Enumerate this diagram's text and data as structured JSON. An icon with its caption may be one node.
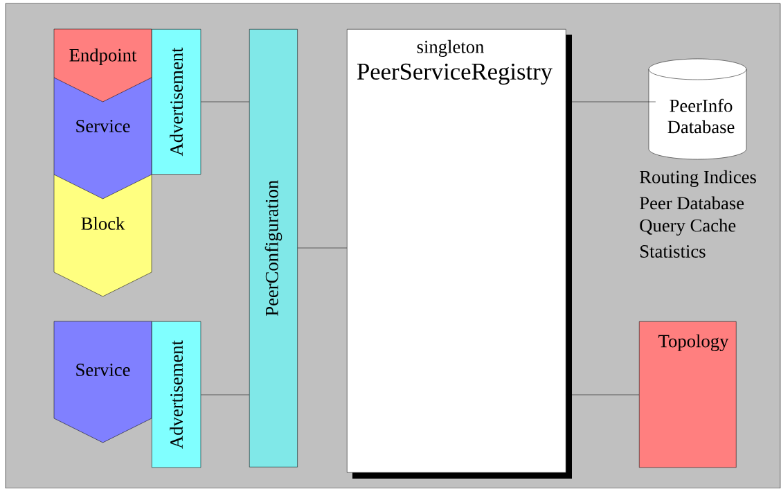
{
  "diagram": {
    "nodes": [
      {
        "text": [
          "Endpoint"
        ]
      },
      {
        "text": [
          "Advertisement"
        ]
      },
      {
        "text": [
          "Service"
        ]
      },
      {
        "text": [
          "Block"
        ]
      },
      {
        "text": [
          "PeerConfiguration"
        ]
      },
      {
        "text": [
          "singleton",
          "PeerServiceRegistry"
        ]
      },
      {
        "text": [
          "PeerInfo Database"
        ],
        "beside": [
          "Routing Indices",
          "Peer Database",
          "Query Cache",
          "Statistics"
        ]
      },
      {
        "text": [
          "Service"
        ]
      },
      {
        "text": [
          "Advertisement"
        ]
      },
      {
        "text": [
          "Topology"
        ]
      }
    ],
    "edges": [
      {
        "from": 1,
        "to": 4,
        "arrow": "none"
      },
      {
        "from": 8,
        "to": 4,
        "arrow": "none"
      },
      {
        "from": 4,
        "to": 5,
        "arrow": "none"
      },
      {
        "from": 5,
        "to": 6,
        "arrow": "none"
      },
      {
        "from": 5,
        "to": 9,
        "arrow": "none"
      }
    ]
  }
}
